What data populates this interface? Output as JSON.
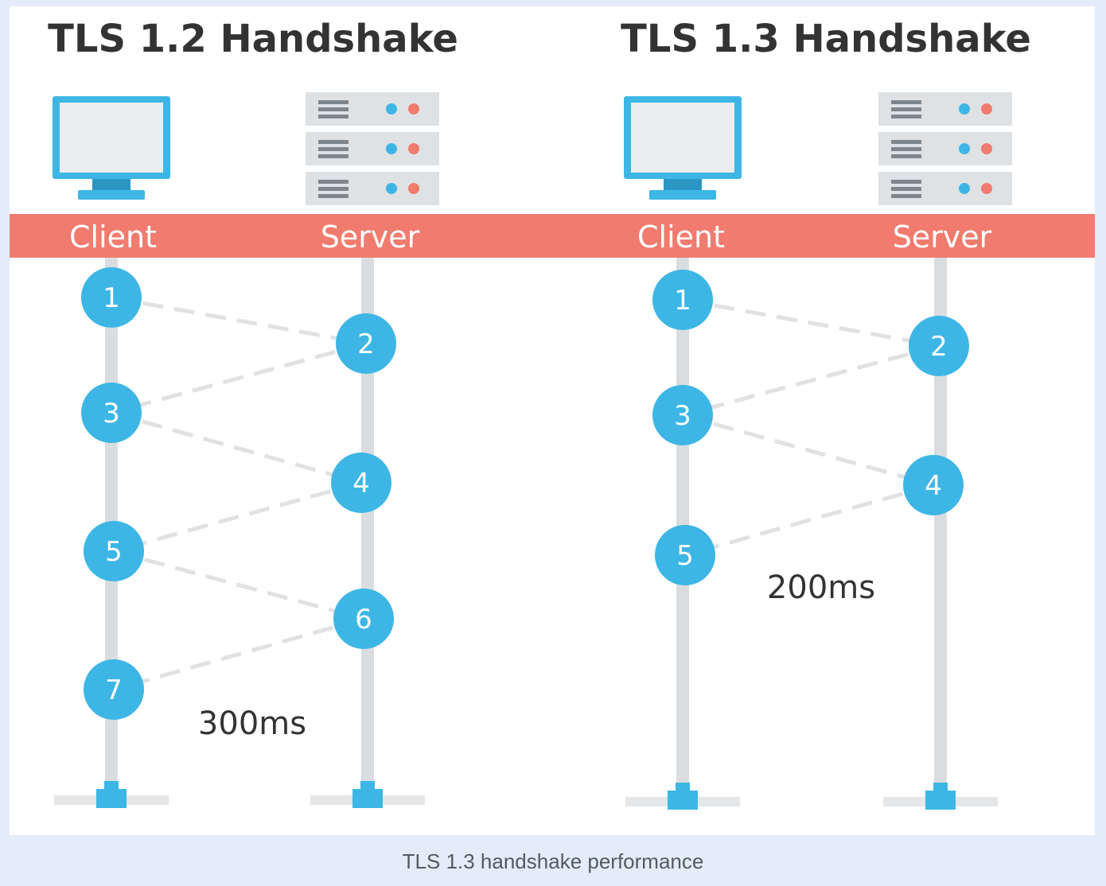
{
  "diagrams": [
    {
      "title": "TLS 1.2 Handshake",
      "client_label": "Client",
      "server_label": "Server",
      "steps": [
        "1",
        "2",
        "3",
        "4",
        "5",
        "6",
        "7"
      ],
      "latency": "300ms"
    },
    {
      "title": "TLS 1.3 Handshake",
      "client_label": "Client",
      "server_label": "Server",
      "steps": [
        "1",
        "2",
        "3",
        "4",
        "5"
      ],
      "latency": "200ms"
    }
  ],
  "caption": "TLS 1.3 handshake performance",
  "colors": {
    "page_background": "#e3ecf8",
    "banner": "#f07b6e",
    "node": "#3db6e5",
    "lifeline": "#dadde0",
    "server_rack": "#dfe2e4",
    "dot_blue": "#3db6e5",
    "dot_red": "#f07b6e",
    "title_text": "#333333"
  },
  "icons": [
    "computer-monitor-icon",
    "server-rack-icon",
    "network-base-icon"
  ]
}
